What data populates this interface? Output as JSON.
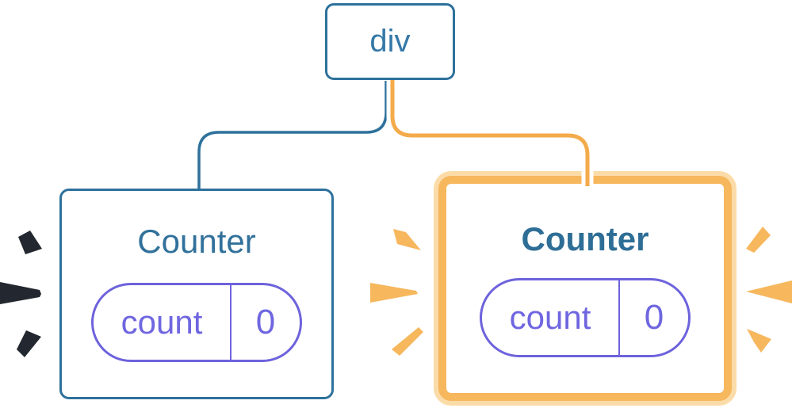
{
  "diagram": {
    "description": "React component tree: a div parent with two Counter children; the right Counter is highlighted as updated",
    "root": {
      "label": "div"
    },
    "children": [
      {
        "id": "counter-left",
        "title": "Counter",
        "state": {
          "key": "count",
          "value": "0"
        },
        "highlighted": false,
        "spark_style": "dark"
      },
      {
        "id": "counter-right",
        "title": "Counter",
        "state": {
          "key": "count",
          "value": "0"
        },
        "highlighted": true,
        "spark_style": "orange"
      }
    ],
    "colors": {
      "blue_stroke": "#2E719C",
      "blue_text": "#31719B",
      "purple": "#6D63DC",
      "purple_text": "#6F66E0",
      "orange_border": "#F6B75D",
      "orange_halo": "#FBDCA8",
      "orange_connector": "#F3AB4B",
      "dark_spark": "#23272F",
      "white": "#ffffff"
    }
  }
}
